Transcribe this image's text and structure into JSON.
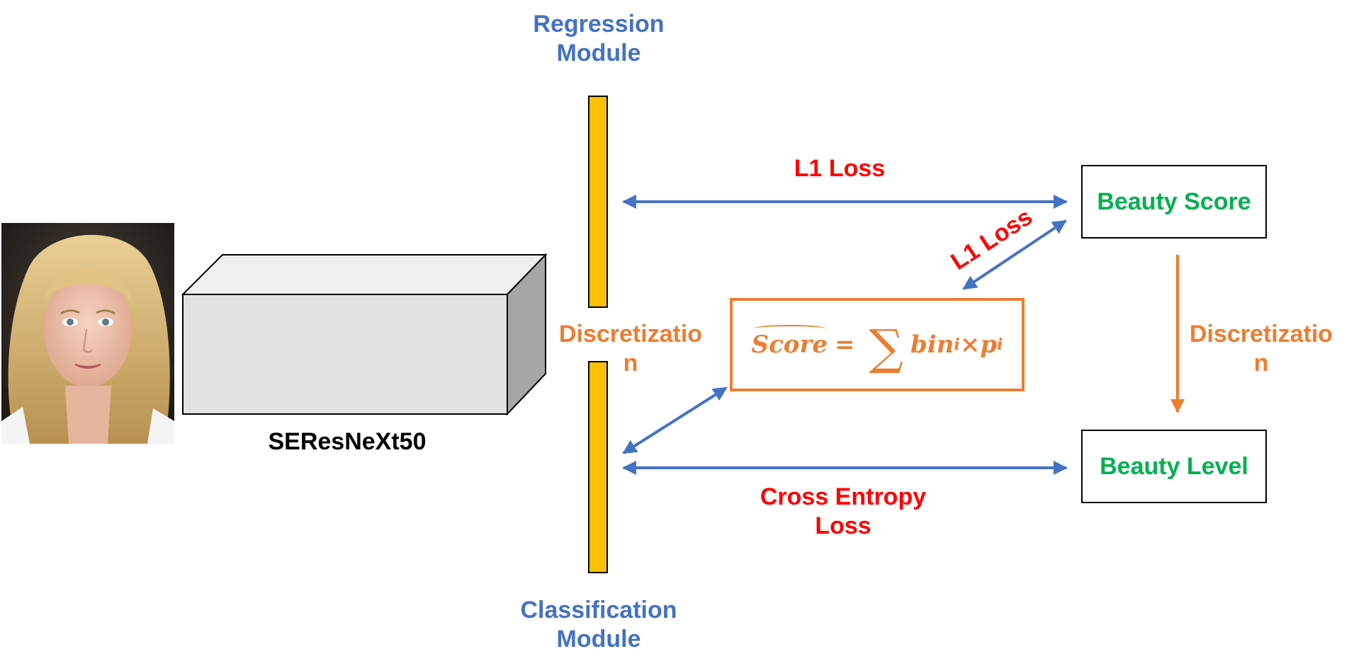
{
  "backbone": {
    "label": "SEResNeXt50"
  },
  "regression_module": {
    "line1": "Regression",
    "line2": "Module"
  },
  "classification_module": {
    "line1": "Classification",
    "line2": "Module"
  },
  "discretization_left": {
    "line1": "Discretizatio",
    "line2": "n"
  },
  "discretization_right": {
    "line1": "Discretizatio",
    "line2": "n"
  },
  "losses": {
    "l1_top": "L1 Loss",
    "l1_diag": "L1 Loss",
    "cross_entropy_line1": "Cross Entropy",
    "cross_entropy_line2": "Loss"
  },
  "outputs": {
    "beauty_score": "Beauty Score",
    "beauty_level": "Beauty Level"
  },
  "formula": {
    "score": "Score",
    "equals": "=",
    "sum": "∑",
    "bin": "bin",
    "sub_i": "i",
    "times": "×",
    "p": "p",
    "sub_i2": "i"
  },
  "colors": {
    "module_text": "#4472C4",
    "discretization": "#ED7D31",
    "loss_text": "#FF0000",
    "output_text": "#00B050",
    "arrow_blue": "#4472C4",
    "arrow_orange": "#ED7D31",
    "bar_fill": "#FFC000"
  },
  "icons": {
    "input_image": "face-photo",
    "backbone": "3d-box"
  }
}
